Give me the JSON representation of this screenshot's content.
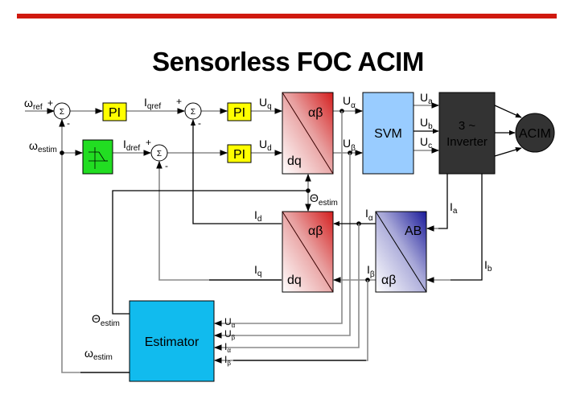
{
  "title": "Sensorless FOC ACIM",
  "colors": {
    "top_bar": "#d0190f",
    "pi_block": "#ffff00",
    "fw_block": "#22dd22",
    "park_block_dark": "#d41e1e",
    "clarke_block_dark": "#1a1a9a",
    "svm_block": "#99ccff",
    "inverter_block": "#333333",
    "motor": "#333333",
    "estimator_block": "#11bbee"
  },
  "blocks": {
    "pi_speed": "PI",
    "pi_iq": "PI",
    "pi_id": "PI",
    "sum_symbol": "Σ",
    "inv_park_top": "αβ",
    "inv_park_bottom": "dq",
    "svm": "SVM",
    "inverter_line1": "3 ~",
    "inverter_line2": "Inverter",
    "motor": "ACIM",
    "park_top": "αβ",
    "park_bottom": "dq",
    "clarke_top": "AB",
    "clarke_bottom": "αβ",
    "estimator": "Estimator"
  },
  "signals": {
    "omega_ref": {
      "main": "ω",
      "sub": "ref"
    },
    "omega_estim": {
      "main": "ω",
      "sub": "estim"
    },
    "iqref": {
      "main": "I",
      "sub": "qref"
    },
    "idref": {
      "main": "I",
      "sub": "dref"
    },
    "uq": {
      "main": "U",
      "sub": "q"
    },
    "ud": {
      "main": "U",
      "sub": "d"
    },
    "ualpha": {
      "main": "U",
      "sub": "α"
    },
    "ubeta": {
      "main": "U",
      "sub": "β"
    },
    "ua": {
      "main": "U",
      "sub": "a"
    },
    "ub": {
      "main": "U",
      "sub": "b"
    },
    "uc": {
      "main": "U",
      "sub": "c"
    },
    "theta_estim": {
      "main": "Θ",
      "sub": "estim"
    },
    "id": {
      "main": "I",
      "sub": "d"
    },
    "iq": {
      "main": "I",
      "sub": "q"
    },
    "ialpha": {
      "main": "I",
      "sub": "α"
    },
    "ibeta": {
      "main": "I",
      "sub": "β"
    },
    "ia": {
      "main": "I",
      "sub": "a"
    },
    "ib": {
      "main": "I",
      "sub": "b"
    },
    "est_theta": {
      "main": "Θ",
      "sub": "estim"
    },
    "est_omega": {
      "main": "ω",
      "sub": "estim"
    },
    "est_ualpha": {
      "main": "U",
      "sub": "α"
    },
    "est_ubeta": {
      "main": "U",
      "sub": "β"
    },
    "est_ialpha": {
      "main": "I",
      "sub": "α"
    },
    "est_ibeta": {
      "main": "I",
      "sub": "β"
    }
  },
  "signs": {
    "plus": "+",
    "minus": "-"
  }
}
